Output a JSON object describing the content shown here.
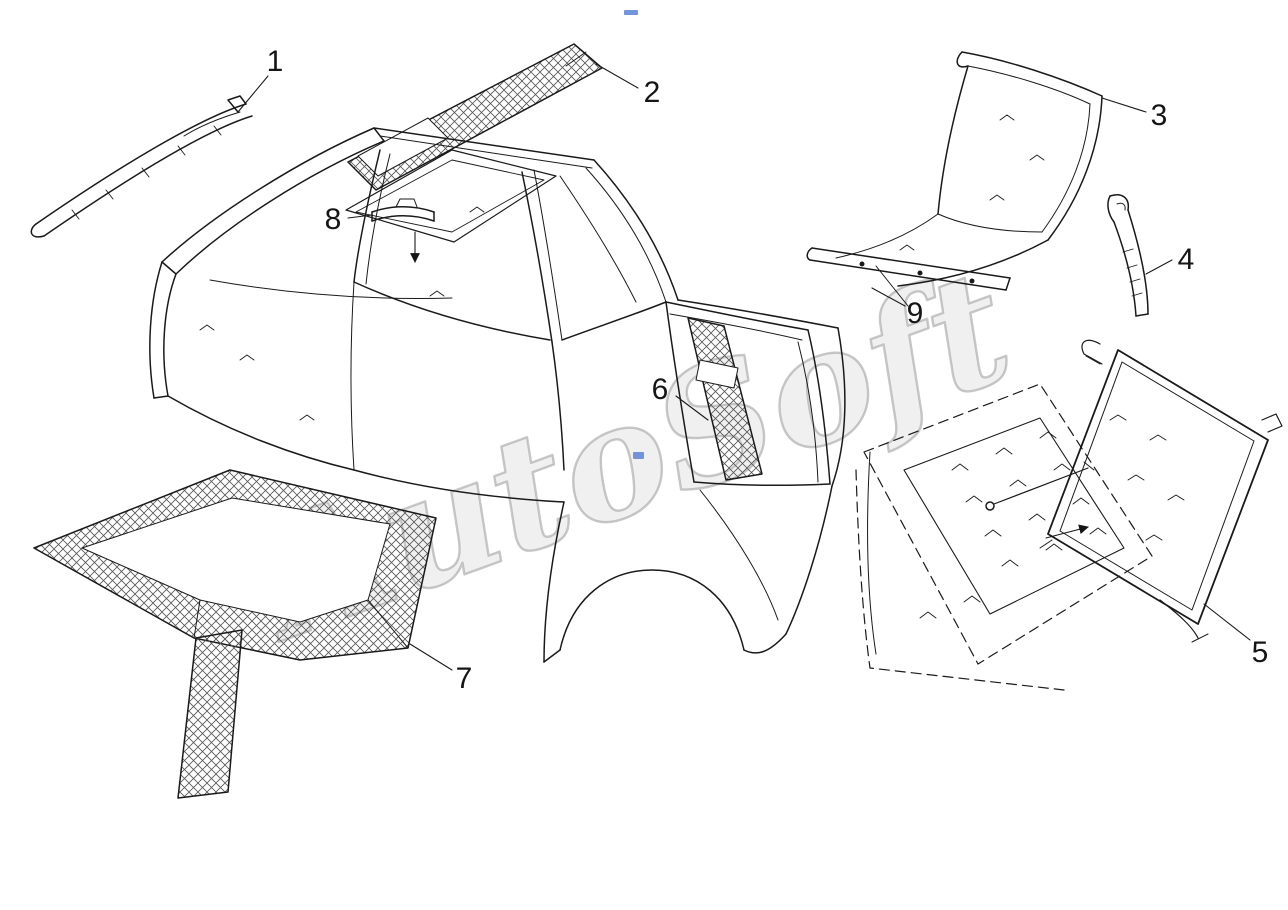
{
  "watermark": {
    "text": "AutoSoft",
    "color": "#9a9a9a"
  },
  "colors": {
    "line": "#1a1a1a",
    "background": "#ffffff",
    "artifact": "#5b82d8"
  },
  "callouts": [
    {
      "label": "1"
    },
    {
      "label": "2"
    },
    {
      "label": "3"
    },
    {
      "label": "4"
    },
    {
      "label": "5"
    },
    {
      "label": "6"
    },
    {
      "label": "7"
    },
    {
      "label": "8"
    },
    {
      "label": "9"
    }
  ]
}
